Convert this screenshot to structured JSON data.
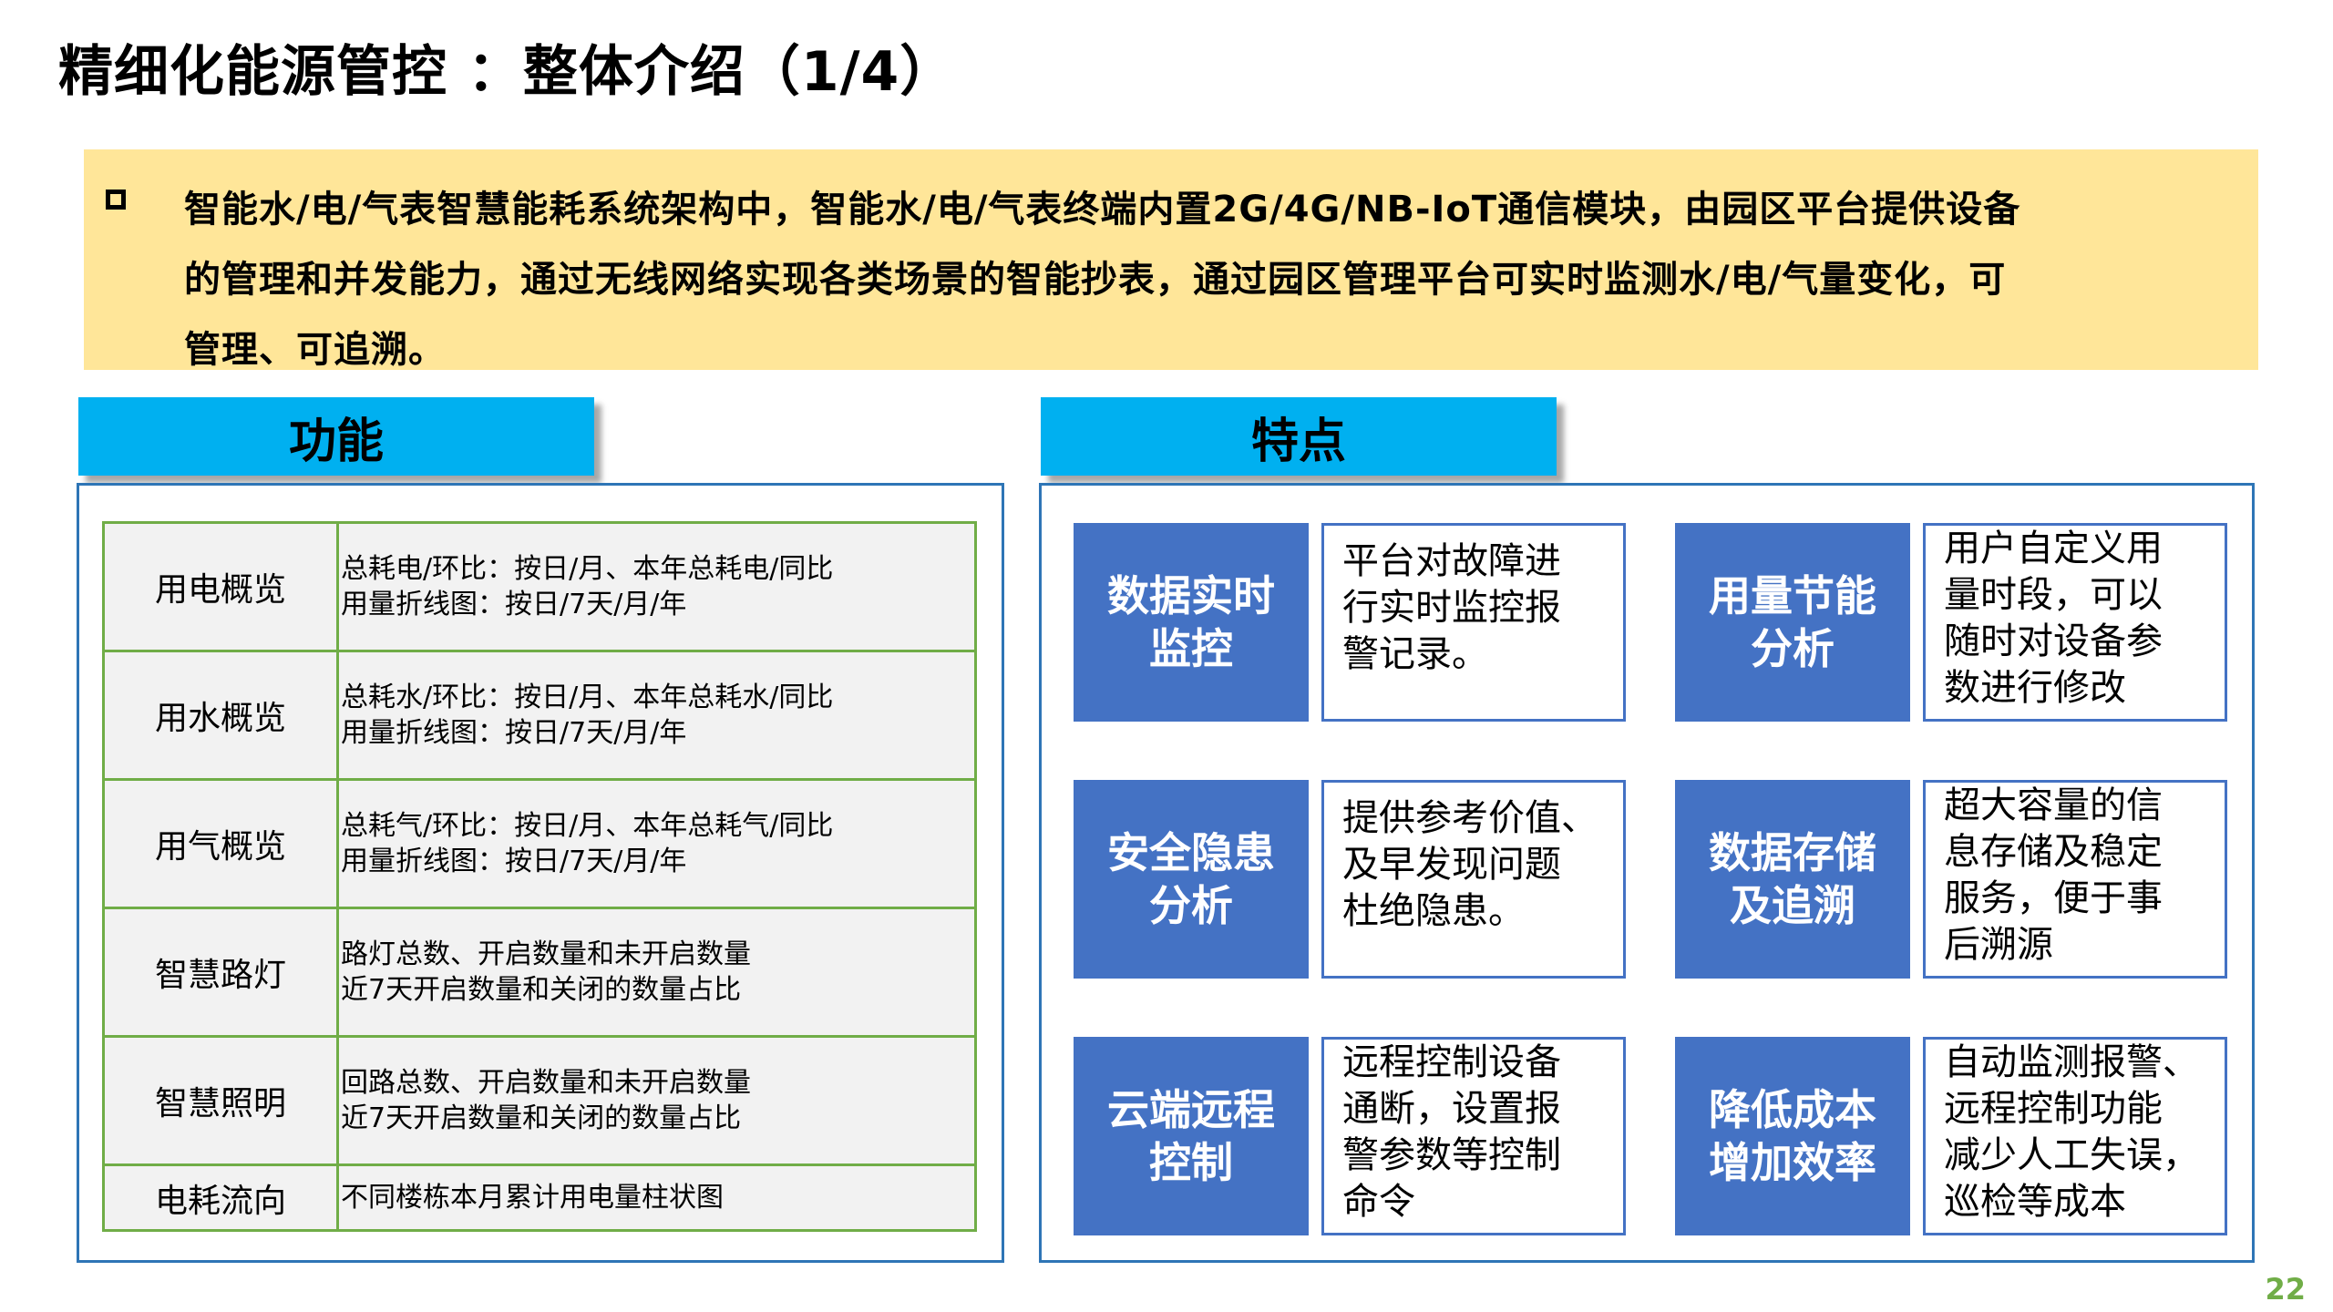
{
  "title": "精细化能源管控 ：整体介绍（1/4）",
  "intro": {
    "lines": [
      "智能水/电/气表智慧能耗系统架构中，智能水/电/气表终端内置2G/4G/NB-IoT通信模块，由园区平台提供设备",
      "的管理和并发能力，通过无线网络实现各类场景的智能抄表，通过园区管理平台可实时监测水/电/气量变化，可",
      "管理、可追溯。"
    ]
  },
  "functions": {
    "header": "功能",
    "rows": [
      {
        "name": "用电概览",
        "lines": [
          "总耗电/环比：按日/月、本年总耗电/同比",
          "用量折线图：按日/7天/月/年"
        ]
      },
      {
        "name": "用水概览",
        "lines": [
          "总耗水/环比：按日/月、本年总耗水/同比",
          "用量折线图：按日/7天/月/年"
        ]
      },
      {
        "name": "用气概览",
        "lines": [
          "总耗气/环比：按日/月、本年总耗气/同比",
          "用量折线图：按日/7天/月/年"
        ]
      },
      {
        "name": "智慧路灯",
        "lines": [
          "路灯总数、开启数量和未开启数量",
          "近7天开启数量和关闭的数量占比"
        ]
      },
      {
        "name": "智慧照明",
        "lines": [
          "回路总数、开启数量和未开启数量",
          "近7天开启数量和关闭的数量占比"
        ]
      },
      {
        "name": "电耗流向",
        "lines": [
          "不同楼栋本月累计用电量柱状图"
        ]
      }
    ]
  },
  "features": {
    "header": "特点",
    "items": [
      {
        "label": [
          "数据实时",
          "监控"
        ],
        "desc": [
          "平台对故障进",
          "行实时监控报",
          "警记录。"
        ]
      },
      {
        "label": [
          "用量节能",
          "分析"
        ],
        "desc": [
          "用户自定义用",
          "量时段，可以",
          "随时对设备参",
          "数进行修改"
        ]
      },
      {
        "label": [
          "安全隐患",
          "分析"
        ],
        "desc": [
          "提供参考价值、",
          "及早发现问题",
          "杜绝隐患。"
        ]
      },
      {
        "label": [
          "数据存储",
          "及追溯"
        ],
        "desc": [
          "超大容量的信",
          "息存储及稳定",
          "服务，便于事",
          "后溯源"
        ]
      },
      {
        "label": [
          "云端远程",
          "控制"
        ],
        "desc": [
          "远程控制设备",
          "通断，设置报",
          "警参数等控制",
          "命令"
        ]
      },
      {
        "label": [
          "降低成本",
          "增加效率"
        ],
        "desc": [
          "自动监测报警、",
          "远程控制功能",
          "减少人工失误，",
          "巡检等成本"
        ]
      }
    ]
  },
  "page_number": "22"
}
